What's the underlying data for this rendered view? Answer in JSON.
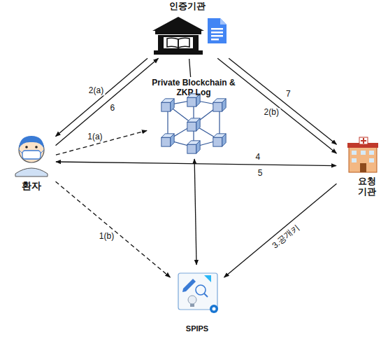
{
  "diagram": {
    "nodes": [
      {
        "text": [
          "인증기관"
        ]
      },
      {
        "text": [
          "Private Blockchain & ZKP Log"
        ]
      },
      {
        "text": [
          "환자"
        ]
      },
      {
        "text": [
          "요청 기관"
        ]
      },
      {
        "text": [
          "SPIPS"
        ]
      }
    ],
    "edges": [
      {
        "from": 0,
        "to": 2,
        "label": "2(a)",
        "arrow": "to"
      },
      {
        "from": 2,
        "to": 0,
        "label": "6",
        "arrow": "to"
      },
      {
        "from": 0,
        "to": 3,
        "label": "7",
        "arrow": "to"
      },
      {
        "from": 0,
        "to": 3,
        "label": "2(b)",
        "arrow": "to"
      },
      {
        "from": 2,
        "to": 1,
        "label": "1(a)",
        "arrow": "to"
      },
      {
        "from": 2,
        "to": 3,
        "label": "4",
        "arrow": "both"
      },
      {
        "from": 2,
        "to": 4,
        "label": "1(b)",
        "arrow": "to"
      },
      {
        "from": 3,
        "to": 4,
        "label": "3.공개키",
        "arrow": "to"
      },
      {
        "from": 1,
        "to": 4,
        "arrow": "both"
      },
      {
        "from": 0,
        "to": 1,
        "arrow": "none"
      }
    ],
    "labels": [
      "5"
    ]
  }
}
